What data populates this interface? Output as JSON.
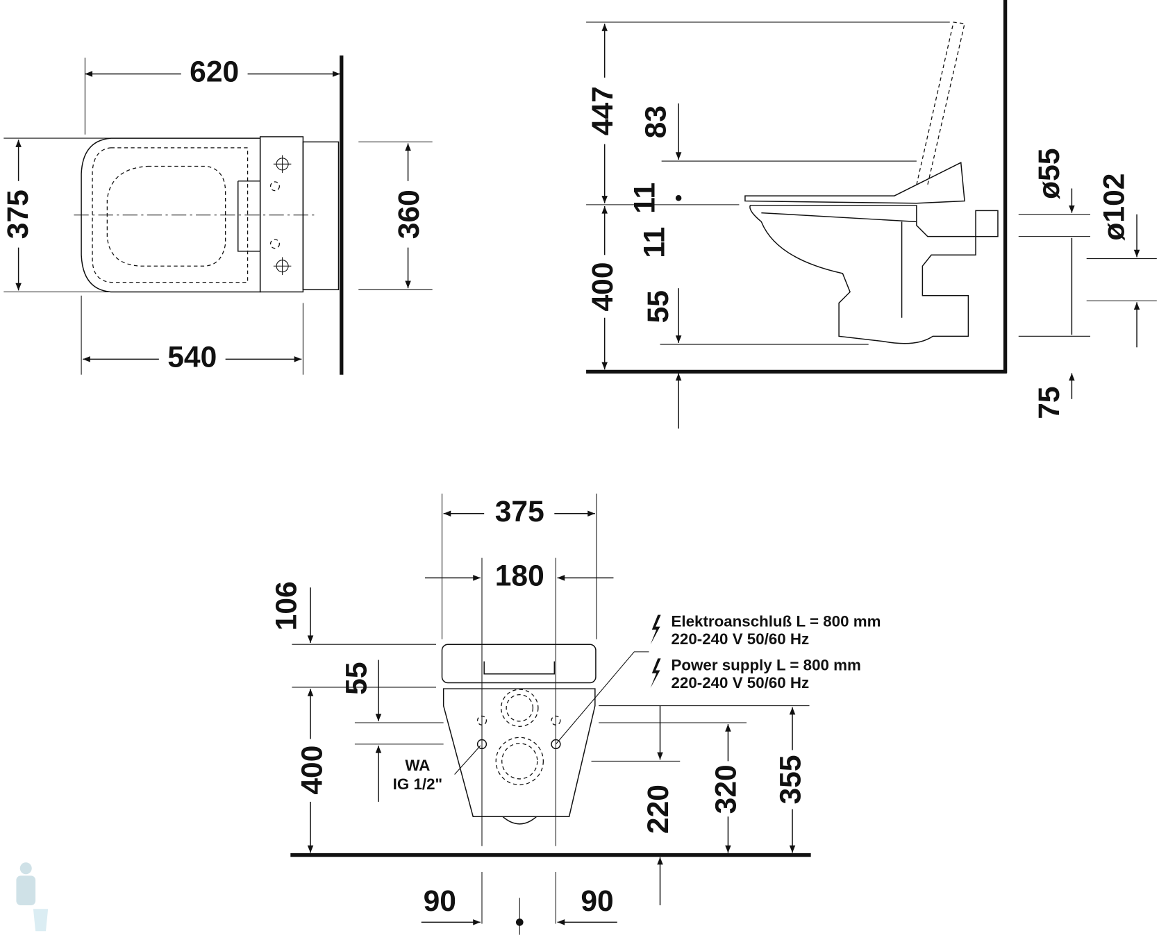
{
  "plan_view": {
    "width_overall": "620",
    "depth_overall": "375",
    "depth_tank": "360",
    "width_bowl": "540"
  },
  "side_view": {
    "seat_lid_height": "447",
    "lid_offset": "83",
    "seat_gap_top": "11",
    "seat_gap_bottom": "11",
    "rim_height": "400",
    "outlet_offset": "55",
    "outlet_diameter": "ø55",
    "flange_diameter": "ø102",
    "outlet_height": "75"
  },
  "front_view": {
    "width": "375",
    "fixing_spacing": "180",
    "top_offset": "106",
    "seat_offset": "55",
    "rim_height": "400",
    "fixing_height": "220",
    "water_height": "320",
    "power_height": "355",
    "left_offset": "90",
    "right_offset": "90",
    "water_label": "WA",
    "water_thread": "IG 1/2\""
  },
  "power_note": {
    "de_line1": "Elektroanschluß L = 800 mm",
    "de_line2": "220-240 V  50/60 Hz",
    "en_line1": "Power supply L = 800 mm",
    "en_line2": "220-240 V  50/60 Hz"
  }
}
